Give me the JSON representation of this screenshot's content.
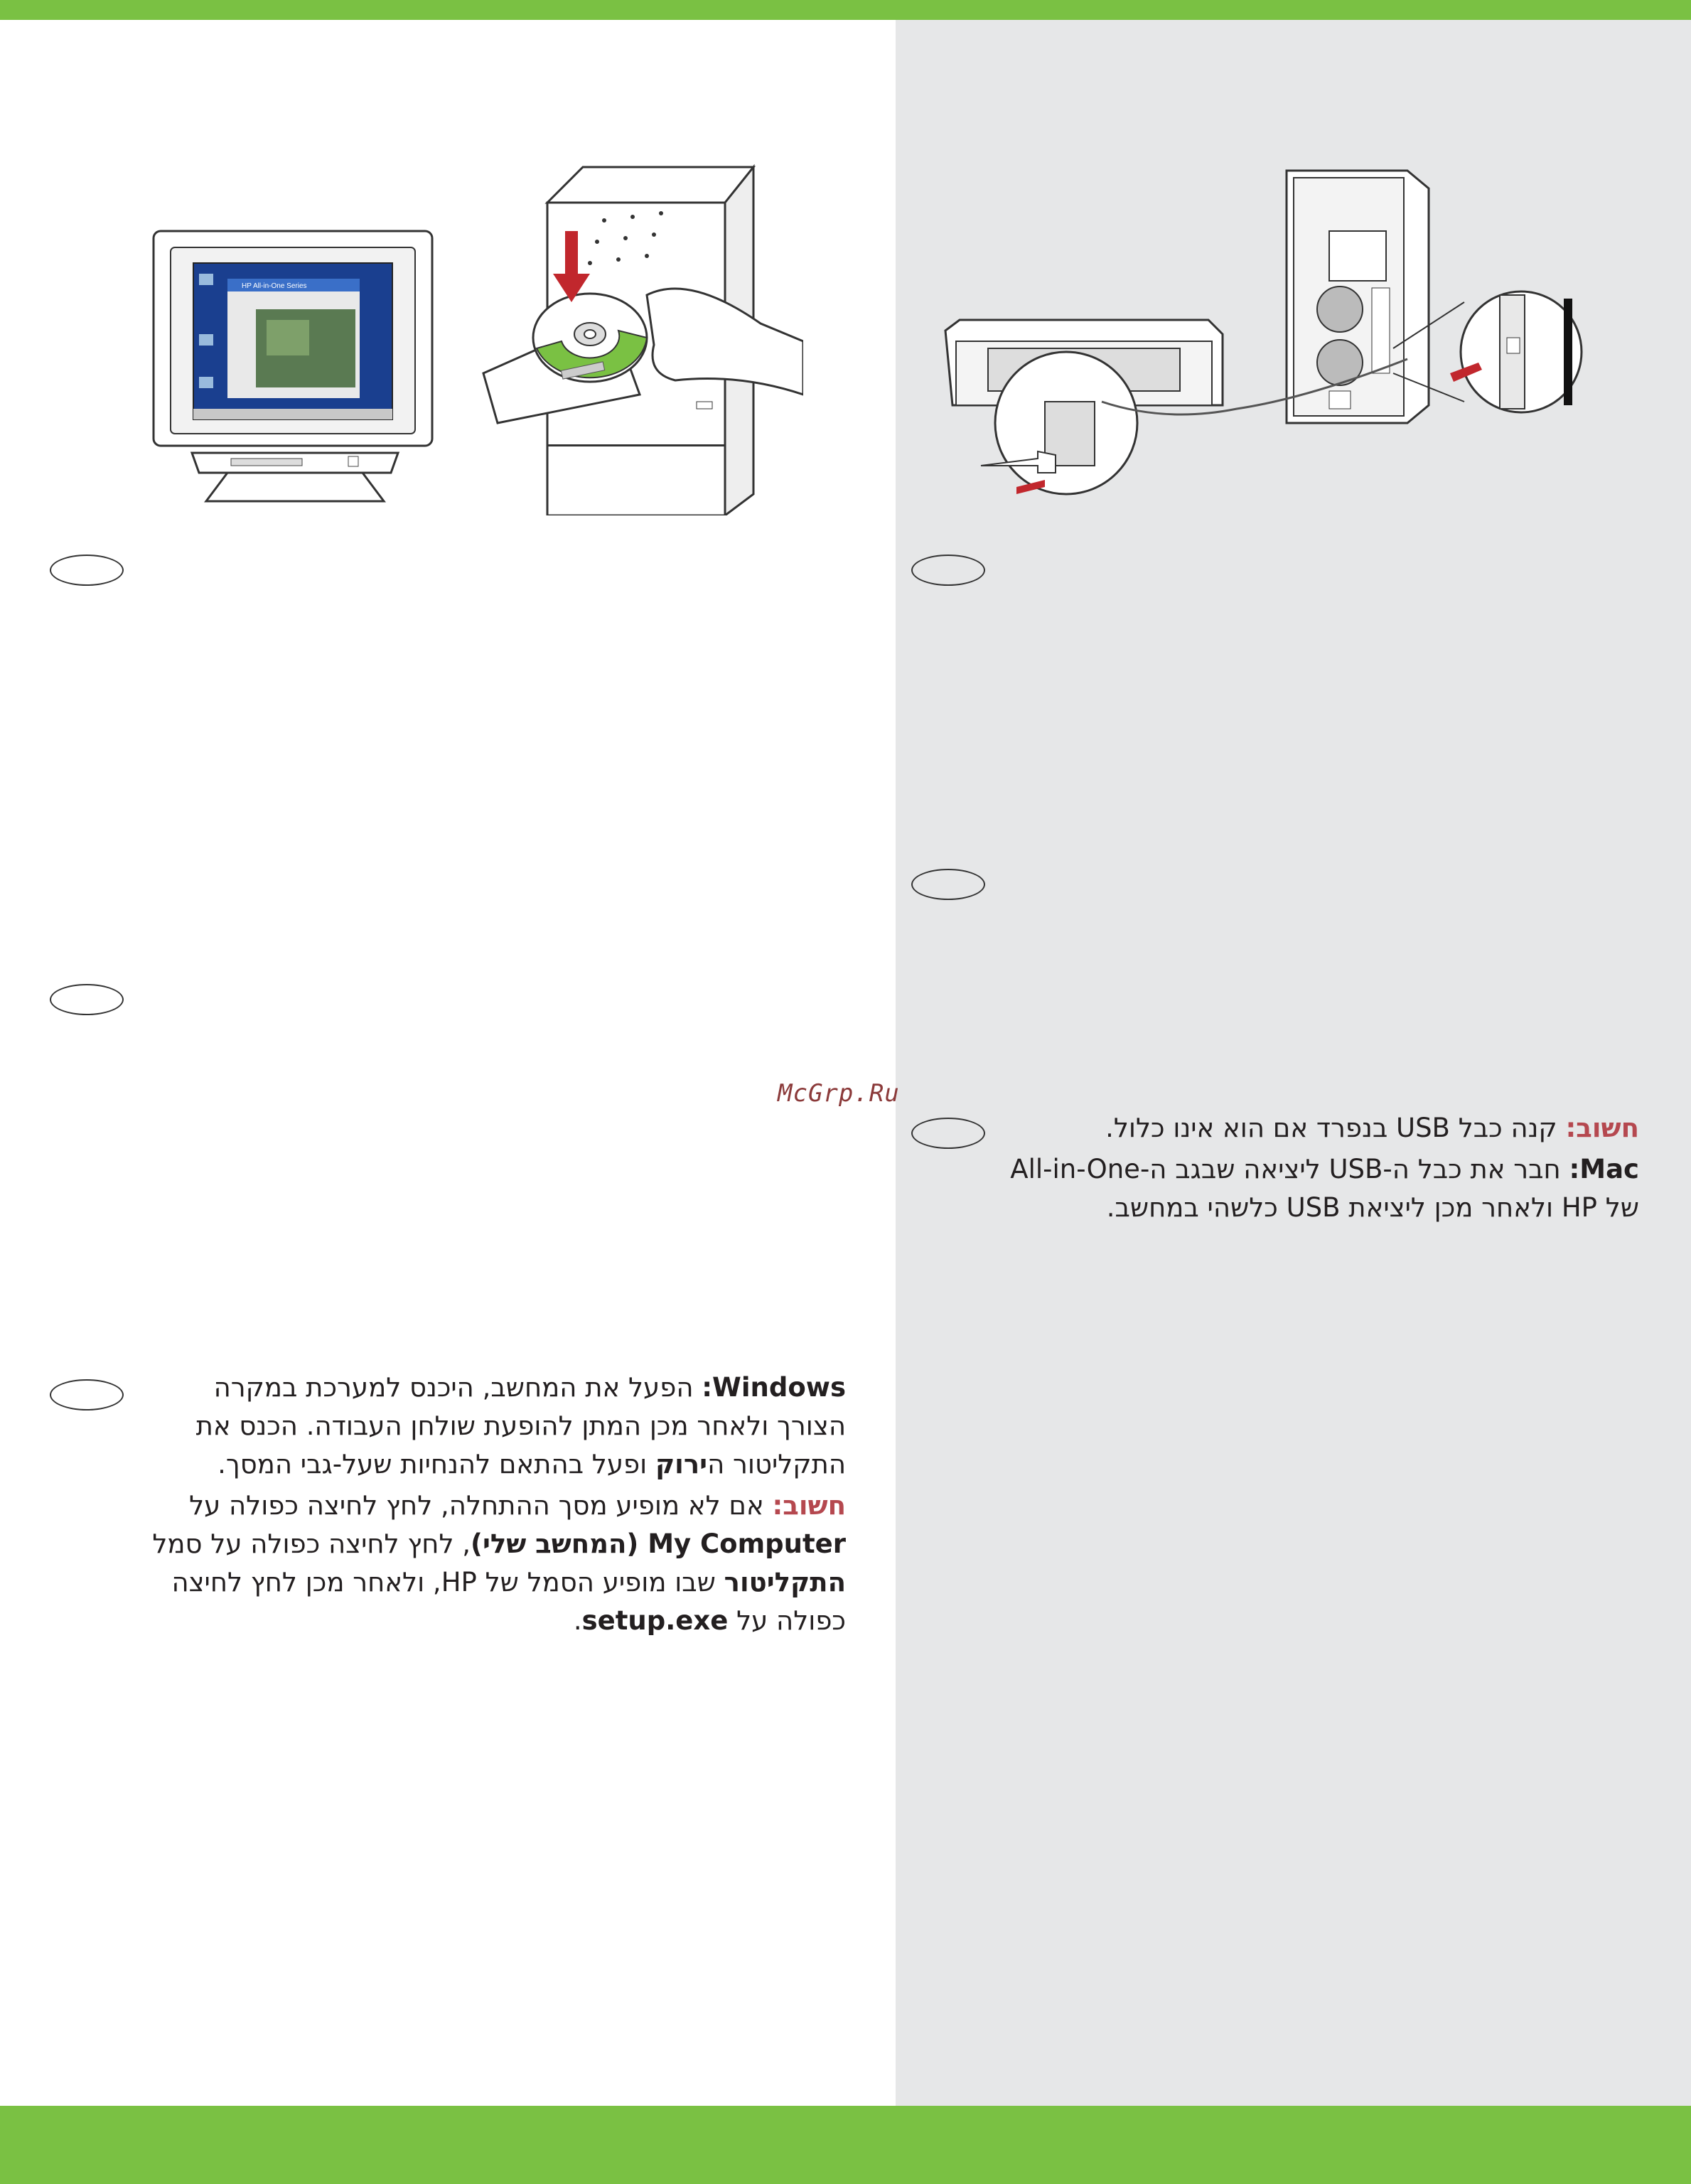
{
  "watermark": "McGrp.Ru",
  "screen": {
    "window_title": "HP All-in-One Series"
  },
  "mac_section": {
    "important_label": "חשוב:",
    "important_text": " קנה כבל USB בנפרד אם הוא אינו כלול.",
    "mac_label": "Mac:",
    "mac_text_line1": " חבר את כבל ה-USB ליציאה שבגב ה-All-in-One",
    "mac_text_line2": "של HP ולאחר מכן ליציאת USB כלשהי במחשב."
  },
  "windows_section": {
    "windows_label": "Windows:",
    "windows_text_1": " הפעל את המחשב, היכנס למערכת במקרה הצורך ולאחר מכן המתן להופעת שולחן העבודה. הכנס את התקליטור ה",
    "green_word": "ירוק",
    "windows_text_2": " ופעל בהתאם להנחיות שעל-גבי המסך.",
    "important_label": "חשוב:",
    "important_text_1": " אם לא מופיע מסך ההתחלה, לחץ לחיצה כפולה על ",
    "my_computer": "My Computer (המחשב שלי)",
    "important_text_2": ", לחץ לחיצה כפולה על סמל ",
    "cd_word": "התקליטור",
    "important_text_3": " שבו מופיע הסמל של HP, ולאחר מכן לחץ לחיצה כפולה על ",
    "setup_exe": "setup.exe",
    "important_text_4": "."
  }
}
